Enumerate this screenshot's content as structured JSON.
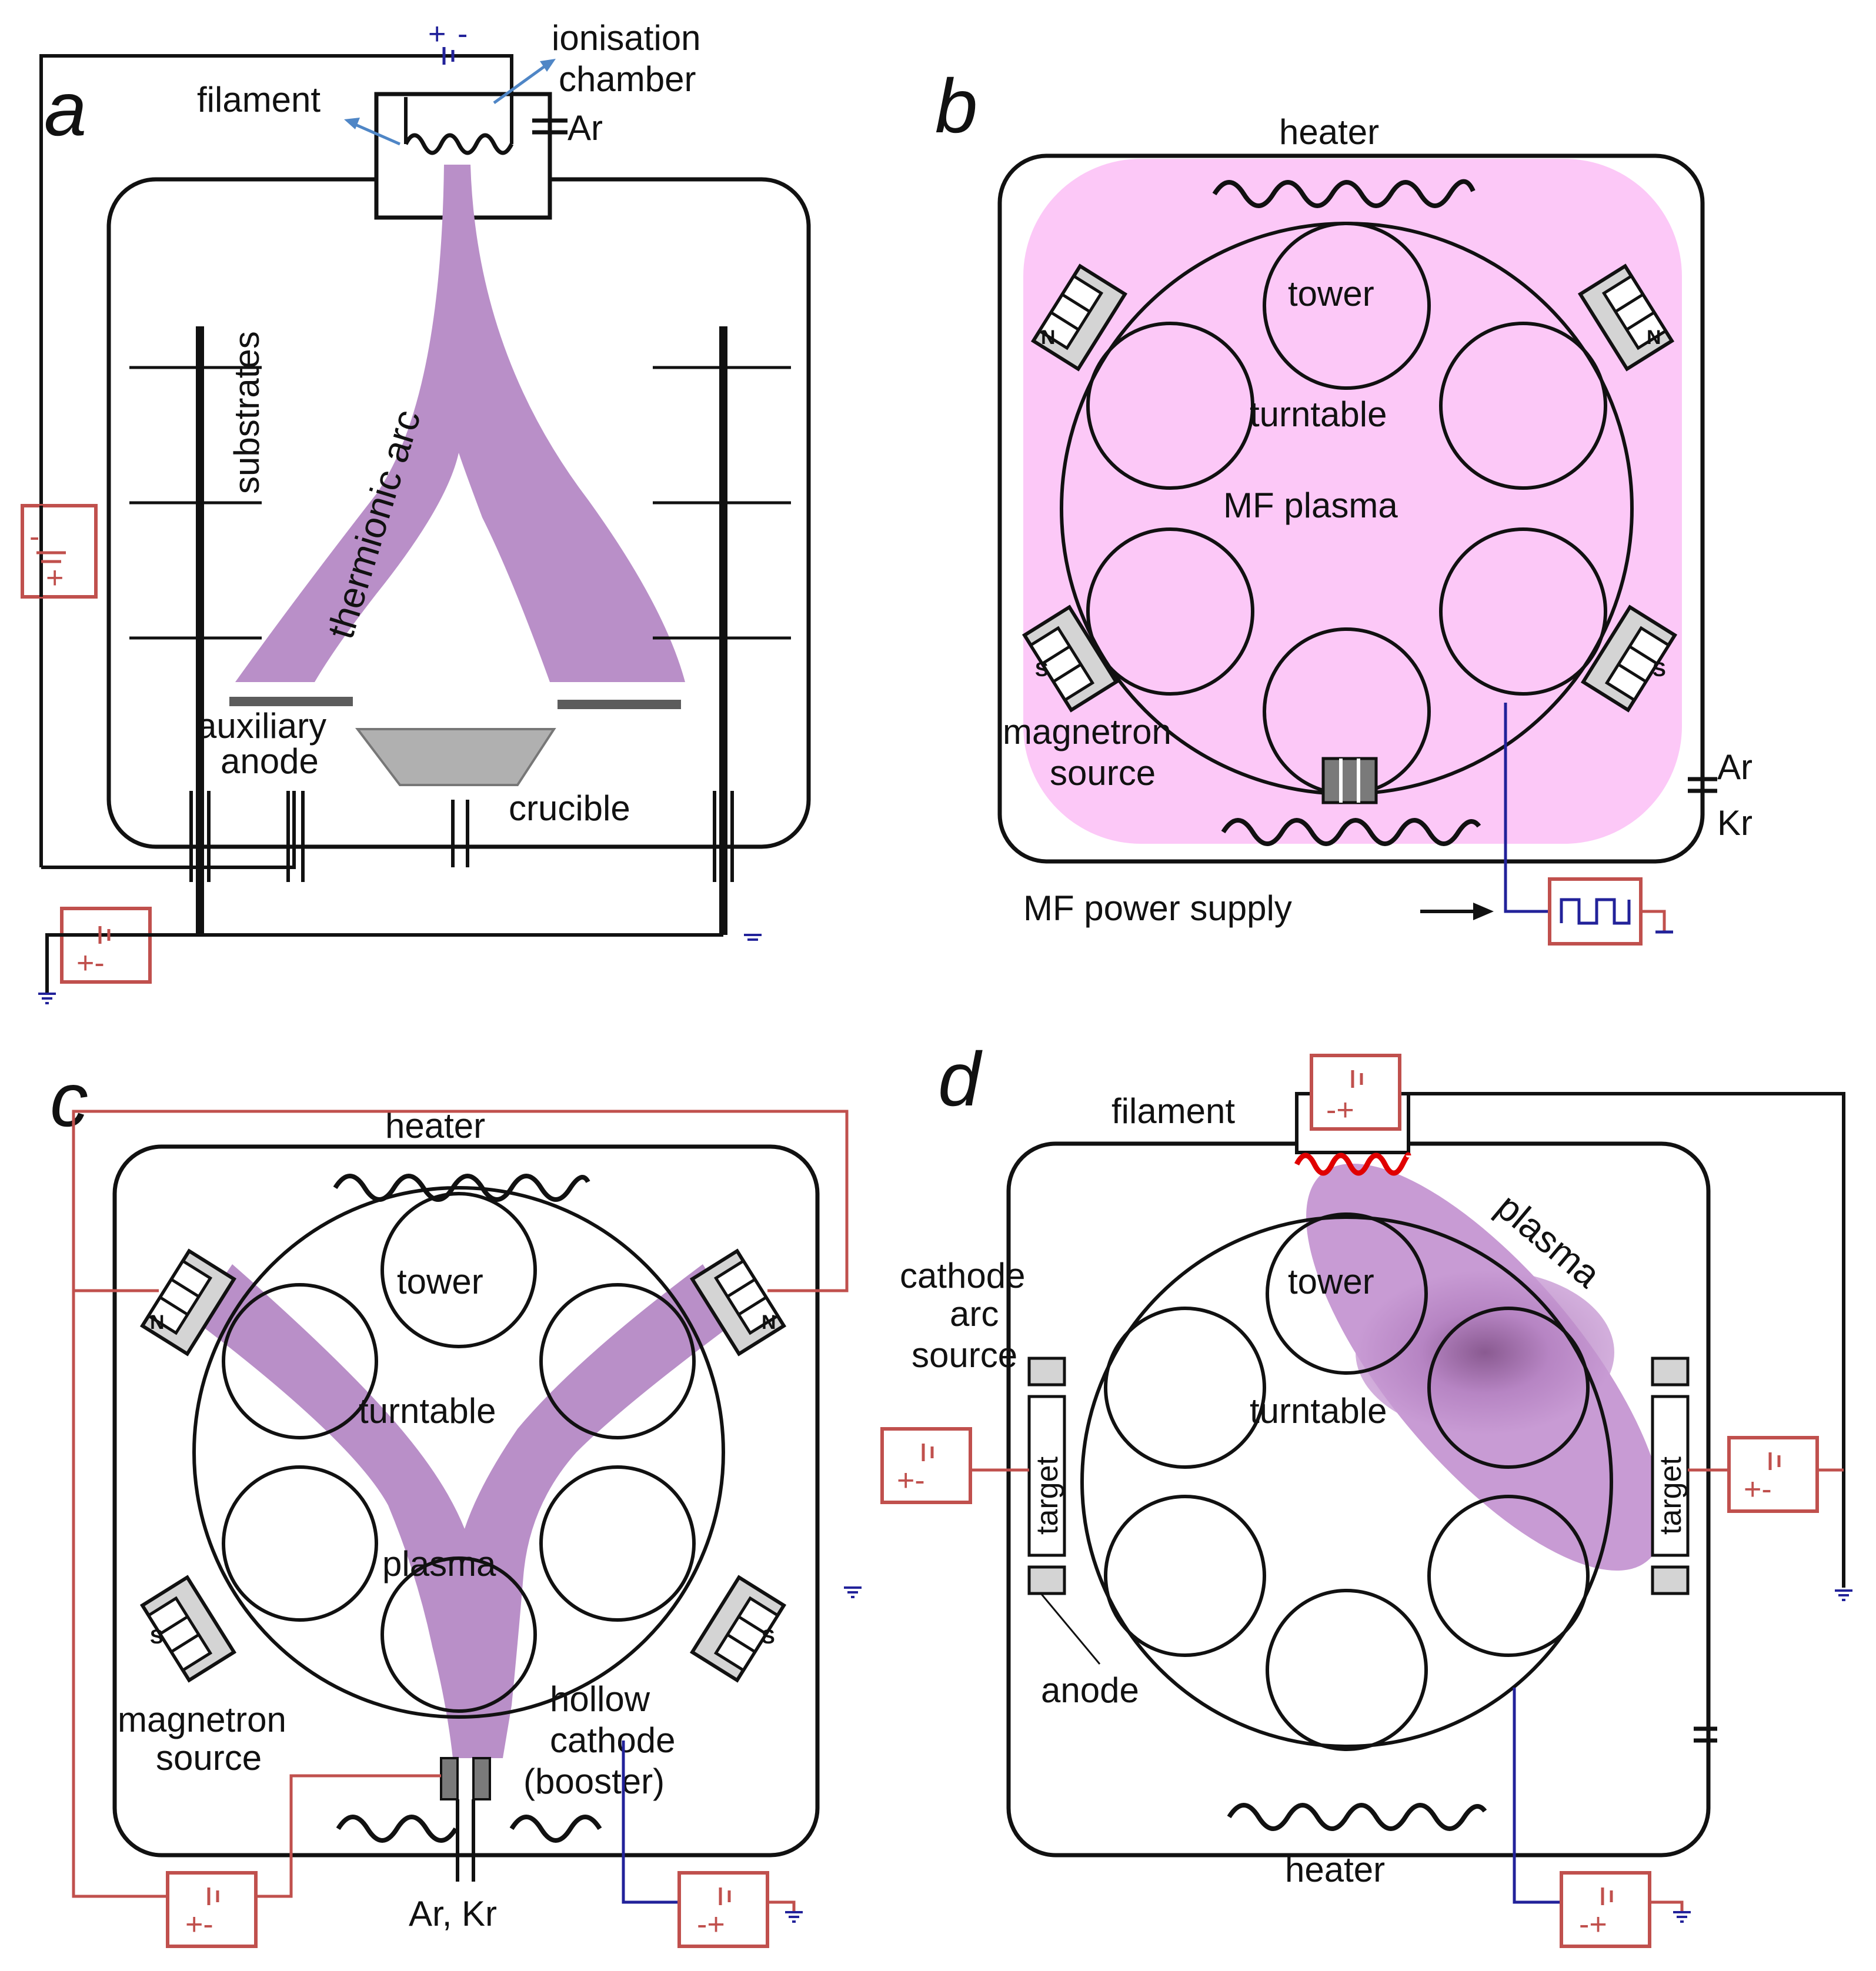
{
  "colors": {
    "wire_black": "#111111",
    "wire_red": "#c0504d",
    "wire_blue": "#22229a",
    "plasma_purple": "#b98fc8",
    "plasma_pink": "#fcc8f7",
    "arrow_blue": "#4f86c6",
    "filament_red": "#e00000",
    "magnet_gray": "#d4d4d4"
  },
  "panels": {
    "a": {
      "letter": "a",
      "ionisation_line1": "ionisation",
      "ionisation_line2": "chamber",
      "filament": "filament",
      "gas": "Ar",
      "substrates": "substrates",
      "arc": "thermionic arc",
      "aux_line1": "auxiliary",
      "aux_line2": "anode",
      "crucible": "crucible"
    },
    "b": {
      "letter": "b",
      "heater": "heater",
      "tower": "tower",
      "turntable": "turntable",
      "plasma": "MF plasma",
      "mag_line1": "magnetron",
      "mag_line2": "source",
      "gas1": "Ar",
      "gas2": "Kr",
      "supply": "MF power supply"
    },
    "c": {
      "letter": "c",
      "heater": "heater",
      "tower": "tower",
      "turntable": "turntable",
      "plasma": "plasma",
      "mag_line1": "magnetron",
      "mag_line2": "source",
      "hollow_line1": "hollow",
      "hollow_line2": "cathode",
      "hollow_line3": "(booster)",
      "gas": "Ar, Kr"
    },
    "d": {
      "letter": "d",
      "filament": "filament",
      "plasma": "plasma",
      "cathode_line1": "cathode",
      "cathode_line2": "arc",
      "cathode_line3": "source",
      "tower": "tower",
      "turntable": "turntable",
      "target": "target",
      "anode": "anode",
      "heater": "heater"
    }
  },
  "magnet_poles": {
    "n": "N",
    "s": "S"
  },
  "signs": {
    "plus": "+",
    "minus": "-",
    "combo": "+-",
    "combo_rev": "-+"
  }
}
